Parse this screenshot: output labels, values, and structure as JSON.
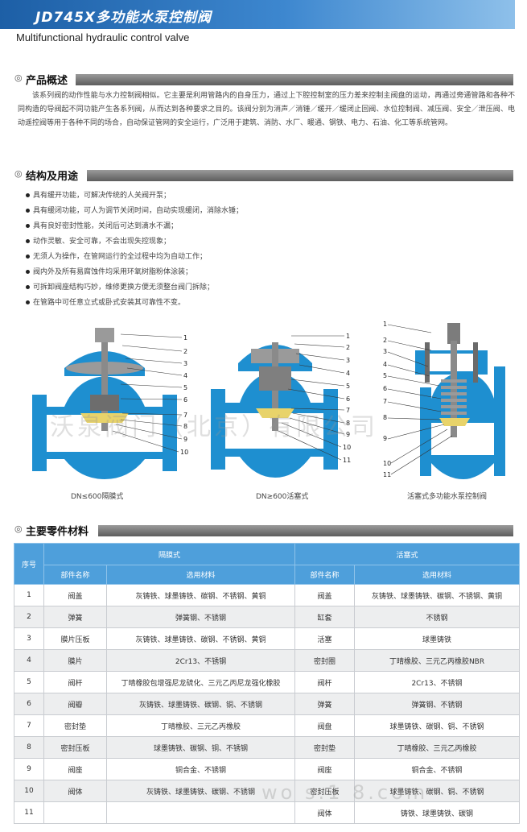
{
  "header": {
    "title": "JD745X多功能水泵控制阀",
    "subtitle": "Multifunctional hydraulic control valve"
  },
  "sections": {
    "overview": {
      "label": "产品概述",
      "text": "该系列阀的动作性能与水力控制阀相似。它主要是利用管路内的自身压力，通过上下腔控制室的压力差来控制主阀盘的运动，再通过旁通管路和各种不同构造的导阀起不同功能产生各系列阀，从而达到各种要求之目的。该阀分别为消声／消锤／缓开／缓闭止回阀、水位控制阀、减压阀、安全／泄压阀、电动遥控阀等用于各种不同的场合，自动保证管网的安全运行，广泛用于建筑、消防、水厂、暖通、钢铁、电力、石油、化工等系统管网。"
    },
    "structure": {
      "label": "结构及用途",
      "bullets": [
        "具有缓开功能，可解决传统的人关阀开泵；",
        "具有缓闭功能，可人为调节关闭时间，自动实现缓闭，消除水锤；",
        "具有良好密封性能，关闭后可达到滴水不漏；",
        "动作灵敏、安全可靠，不会出现失控现象；",
        "无须人为操作，在管网运行的全过程中均为自动工作；",
        "阀内外及所有易腐蚀件均采用环氧树脂粉体涂装；",
        "可拆卸阀座结构巧妙，维修更换方便无须整台阀门拆除；",
        "在管路中可任意立式或卧式安装其可靠性不变。"
      ]
    },
    "parts": {
      "label": "主要零件材料"
    }
  },
  "figures": [
    {
      "caption": "DN≤600隔膜式",
      "callouts": [
        "1",
        "2",
        "3",
        "4",
        "5",
        "6",
        "7",
        "8",
        "9",
        "10"
      ]
    },
    {
      "caption": "DN≥600活塞式",
      "callouts": [
        "1",
        "2",
        "3",
        "4",
        "5",
        "6",
        "7",
        "8",
        "9",
        "10",
        "11"
      ]
    },
    {
      "caption": "活塞式多功能水泵控制阀",
      "callouts": [
        "1",
        "2",
        "3",
        "4",
        "5",
        "6",
        "7",
        "8",
        "9",
        "10",
        "11"
      ]
    }
  ],
  "watermarks": [
    "沃泉阀门（北京）有限公司",
    "wo   s.1  8.com"
  ],
  "table": {
    "seq_header": "序号",
    "group_a": "隔膜式",
    "group_b": "活塞式",
    "col_part": "部件名称",
    "col_material": "选用材料",
    "rows": [
      {
        "no": "1",
        "a_part": "阀盖",
        "a_mat": "灰铸铁、球墨铸铁、碳钢、不锈钢、黄铜",
        "b_part": "阀盖",
        "b_mat": "灰铸铁、球墨铸铁、碳钢、不锈钢、黄铜"
      },
      {
        "no": "2",
        "a_part": "弹簧",
        "a_mat": "弹簧钢、不锈钢",
        "b_part": "缸套",
        "b_mat": "不锈钢"
      },
      {
        "no": "3",
        "a_part": "膜片压板",
        "a_mat": "灰铸铁、球墨铸铁、碳钢、不锈钢、黄铜",
        "b_part": "活塞",
        "b_mat": "球墨铸铁"
      },
      {
        "no": "4",
        "a_part": "膜片",
        "a_mat": "2Cr13、不锈钢",
        "b_part": "密封圈",
        "b_mat": "丁晴橡胶、三元乙丙橡胶NBR"
      },
      {
        "no": "5",
        "a_part": "阀杆",
        "a_mat": "丁晴橡胶包增强尼龙硫化、三元乙丙尼龙强化橡胶",
        "b_part": "阀杆",
        "b_mat": "2Cr13、不锈钢"
      },
      {
        "no": "6",
        "a_part": "阀瓣",
        "a_mat": "灰铸铁、球墨铸铁、碳钢、铜、不锈钢",
        "b_part": "弹簧",
        "b_mat": "弹簧钢、不锈钢"
      },
      {
        "no": "7",
        "a_part": "密封垫",
        "a_mat": "丁晴橡胶、三元乙丙橡胶",
        "b_part": "阀盘",
        "b_mat": "球墨铸铁、碳钢、铜、不锈钢"
      },
      {
        "no": "8",
        "a_part": "密封压板",
        "a_mat": "球墨铸铁、碳钢、铜、不锈钢",
        "b_part": "密封垫",
        "b_mat": "丁晴橡胶、三元乙丙橡胶"
      },
      {
        "no": "9",
        "a_part": "阀座",
        "a_mat": "铜合金、不锈钢",
        "b_part": "阀座",
        "b_mat": "铜合金、不锈钢"
      },
      {
        "no": "10",
        "a_part": "阀体",
        "a_mat": "灰铸铁、球墨铸铁、碳钢、不锈钢",
        "b_part": "密封压板",
        "b_mat": "球墨铸铁、碳钢、铜、不锈钢"
      },
      {
        "no": "11",
        "a_part": "",
        "a_mat": "",
        "b_part": "阀体",
        "b_mat": "铸铁、球墨铸铁、碳钢"
      }
    ]
  },
  "colors": {
    "title_bar": "#1d5fa6",
    "table_header": "#4e9fdb",
    "valve_body": "#1e8fd0",
    "valve_parts": "#9a9a9a",
    "seal_yellow": "#e8d36a"
  }
}
